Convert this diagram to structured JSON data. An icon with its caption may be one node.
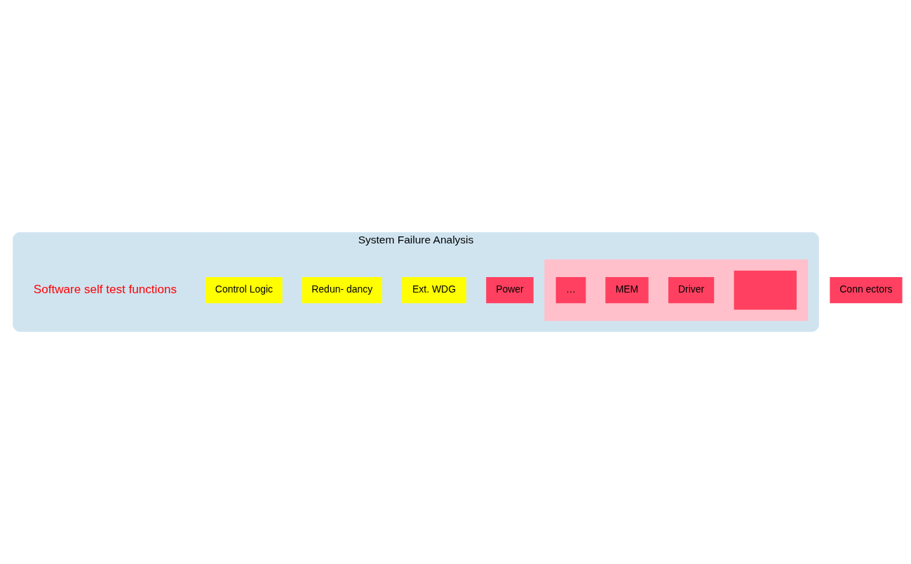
{
  "diagram": {
    "nodes": [
      {
        "text": [
          "System Failure Analysis"
        ]
      },
      {
        "text": [
          "Power"
        ],
        "in": 0
      },
      {
        "text": [
          "Ext. WDG"
        ],
        "in": 0
      },
      {
        "text": [],
        "shape": "box",
        "in": 0
      },
      {
        "text": [],
        "shape": "box",
        "in": 3
      },
      {
        "text": [
          "Driver"
        ],
        "in": 3
      },
      {
        "text": [
          "MEM"
        ],
        "in": 3
      },
      {
        "text": [
          "…"
        ],
        "in": 3
      },
      {
        "text": [
          "Redun- dancy"
        ],
        "in": 0
      },
      {
        "text": [
          "Conn ectors"
        ]
      },
      {
        "text": [
          "Control Logic"
        ],
        "in": 0
      }
    ],
    "edges": [],
    "labels": [
      "Software self test functions"
    ]
  }
}
